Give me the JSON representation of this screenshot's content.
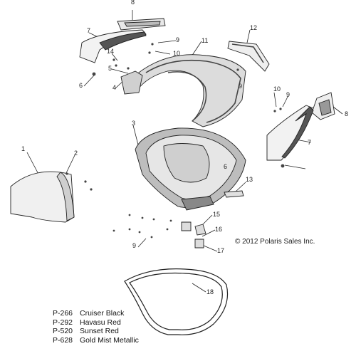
{
  "diagram": {
    "callouts": [
      "1",
      "2",
      "3",
      "4",
      "5",
      "6",
      "6",
      "7",
      "7",
      "8",
      "8",
      "9",
      "9",
      "9",
      "9",
      "10",
      "10",
      "11",
      "12",
      "13",
      "14",
      "15",
      "16",
      "17",
      "18"
    ],
    "copyright": "© 2012 Polaris Sales Inc.",
    "legend": [
      {
        "code": "P-266",
        "name": "Cruiser Black"
      },
      {
        "code": "P-292",
        "name": "Havasu Red"
      },
      {
        "code": "P-520",
        "name": "Sunset Red"
      },
      {
        "code": "P-628",
        "name": "Gold Mist Metallic"
      }
    ]
  }
}
